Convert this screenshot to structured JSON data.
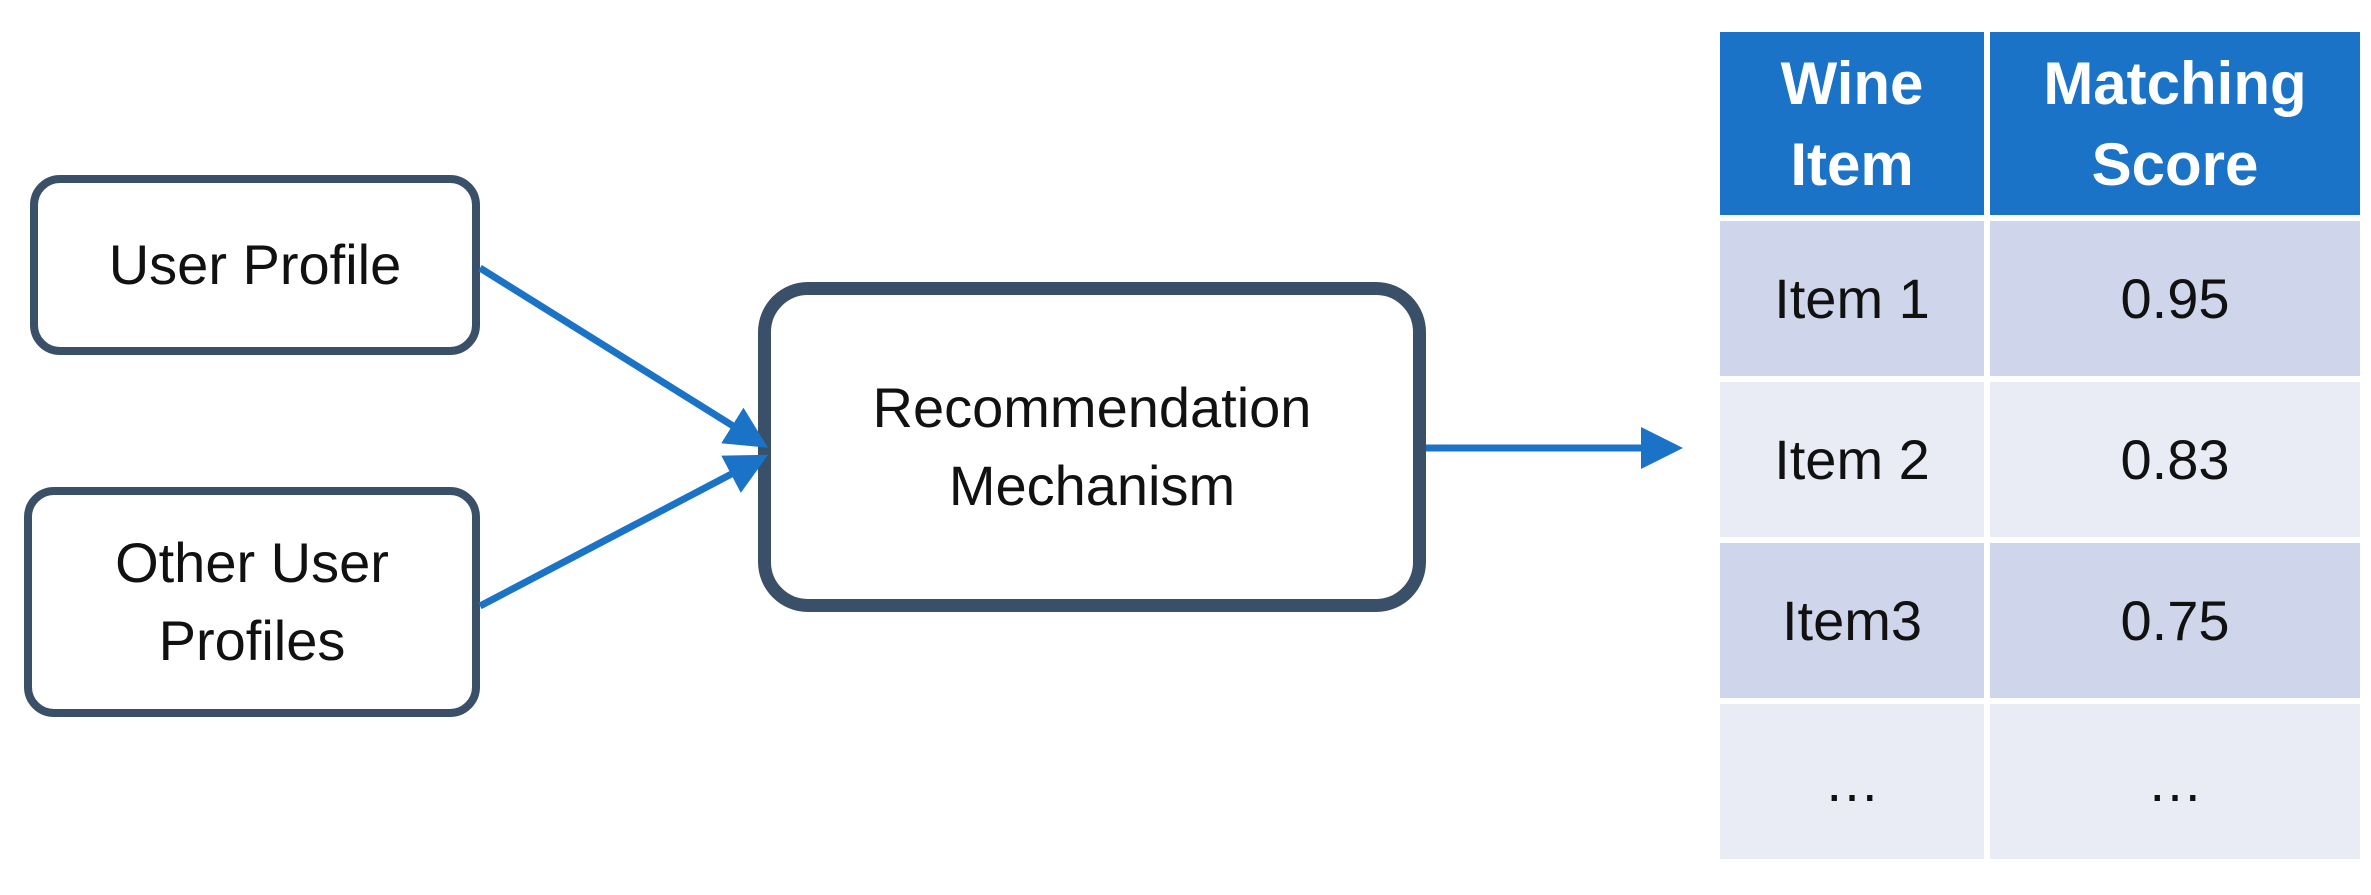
{
  "nodes": {
    "user_profile": "User Profile",
    "other_profiles": "Other User\nProfiles",
    "recommendation": "Recommendation\nMechanism"
  },
  "table": {
    "headers": [
      "Wine\nItem",
      "Matching\nScore"
    ],
    "rows": [
      [
        "Item 1",
        "0.95"
      ],
      [
        "Item 2",
        "0.83"
      ],
      [
        "Item3",
        "0.75"
      ],
      [
        "…",
        "…"
      ]
    ]
  },
  "colors": {
    "arrow": "#1a73c6",
    "box_border": "#3a5068",
    "header_fill": "#1a73c6",
    "row_dark": "#cfd5ea",
    "row_light": "#e9ebf5"
  }
}
